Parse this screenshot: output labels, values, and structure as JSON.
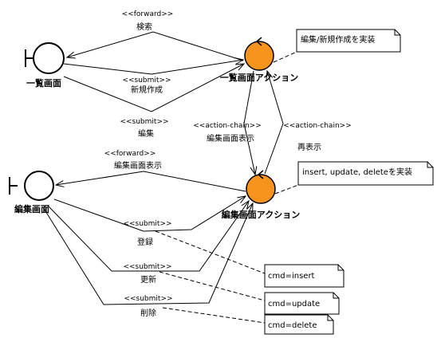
{
  "nodes": {
    "list_screen": {
      "label": "一覧画面"
    },
    "list_action": {
      "label": "一覧画面アクション"
    },
    "edit_screen": {
      "label": "編集画面"
    },
    "edit_action": {
      "label": "編集画面アクション"
    }
  },
  "edges": {
    "search": {
      "stereotype": "<<forward>>",
      "label": "検索"
    },
    "create": {
      "stereotype": "<<submit>>",
      "label": "新規作成"
    },
    "edit": {
      "stereotype": "<<submit>>",
      "label": "編集"
    },
    "to_edit": {
      "stereotype": "<<action-chain>>",
      "label": "編集画面表示"
    },
    "redisplay": {
      "stereotype": "<<action-chain>>",
      "label": "再表示"
    },
    "show_edit": {
      "stereotype": "<<forward>>",
      "label": "編集画面表示"
    },
    "register": {
      "stereotype": "<<submit>>",
      "label": "登録"
    },
    "update": {
      "stereotype": "<<submit>>",
      "label": "更新"
    },
    "delete": {
      "stereotype": "<<submit>>",
      "label": "削除"
    }
  },
  "notes": {
    "list_action_note": "編集/新規作成を実装",
    "edit_action_note": "insert, update, deleteを実装",
    "cmd_insert": "cmd=insert",
    "cmd_update": "cmd=update",
    "cmd_delete": "cmd=delete"
  },
  "colors": {
    "control_fill": "#f7941d",
    "boundary_fill": "#ffffff",
    "note_fill": "#ffffff",
    "stroke": "#000000"
  },
  "icons": {
    "boundary": "uml-boundary-icon",
    "control": "uml-control-icon"
  }
}
